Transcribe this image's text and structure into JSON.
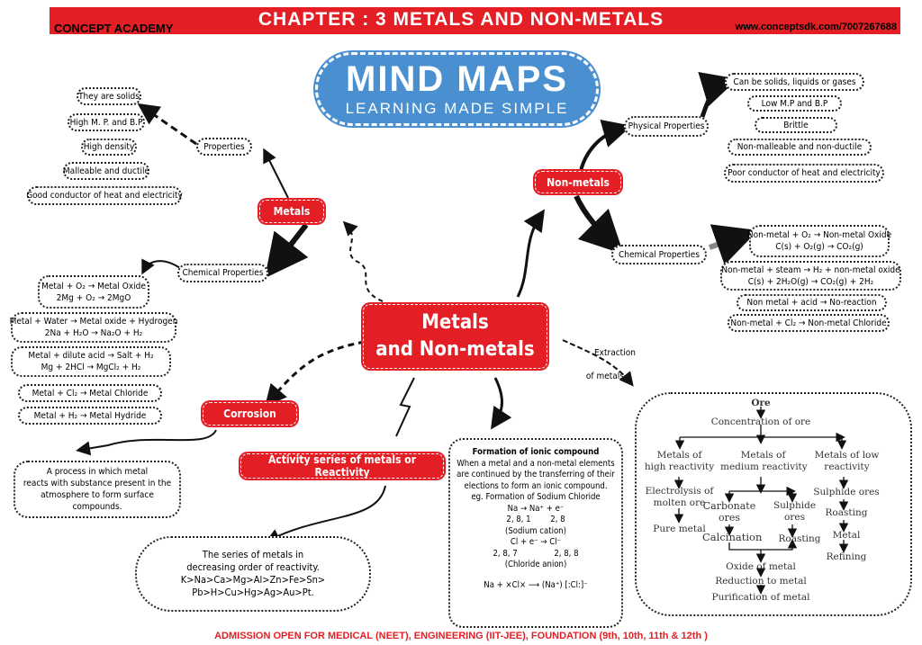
{
  "header": {
    "brand": "CONCEPT ACADEMY",
    "title": "CHAPTER : 3 METALS AND NON-METALS",
    "website": "www.conceptsdk.com/7007267688"
  },
  "logo": {
    "line1": "MIND MAPS",
    "line2": "LEARNING MADE SIMPLE"
  },
  "center": {
    "line1": "Metals",
    "line2": "and Non-metals"
  },
  "metals": {
    "label": "Metals",
    "properties_label": "Properties",
    "properties": [
      "They are solids",
      "High M. P. and B.P",
      "High density",
      "Malleable and ductile",
      "Good conductor of heat and electricity"
    ],
    "chemical_label": "Chemical Properties",
    "chemical": [
      [
        "Metal + O₂ → Metal Oxide",
        "2Mg + O₂ → 2MgO"
      ],
      [
        "Metal + Water → Metal oxide + Hydrogen",
        "2Na + H₂O → Na₂O + H₂"
      ],
      [
        "Metal + dilute acid → Salt + H₂",
        "Mg + 2HCl → MgCl₂ + H₂"
      ],
      [
        "Metal + Cl₂ → Metal Chloride"
      ],
      [
        "Metal + H₂ → Metal Hydride"
      ]
    ]
  },
  "corrosion": {
    "label": "Corrosion",
    "desc": [
      "A process in which metal",
      "reacts with substance present in the",
      "atmosphere to form surface",
      "compounds."
    ]
  },
  "activity": {
    "label": "Activity series of metals or Reactivity",
    "desc": [
      "The series of metals in",
      "decreasing order of reactivity.",
      "K>Na>Ca>Mg>Al>Zn>Fe>Sn>",
      "Pb>H>Cu>Hg>Ag>Au>Pt."
    ]
  },
  "ionic": {
    "title": "Formation of ionic compound",
    "desc": [
      "When a metal and a non-metal elements",
      "are continued by the transferring of their",
      "elections to form an ionic compound.",
      "eg. Formation of Sodium Chloride"
    ],
    "eq1": "Na → Na⁺ + e⁻",
    "eq1_cfg": "2, 8, 1        2, 8",
    "eq1_note": "(Sodium cation)",
    "eq2": "Cl + e⁻ → Cl⁻",
    "eq2_cfg": "2, 8, 7               2, 8, 8",
    "eq2_note": "(Chloride anion)",
    "dot": "Na  +  ×Cl×  ⟶  (Na⁺) [:Cl:]⁻"
  },
  "nonmetals": {
    "label": "Non-metals",
    "physical_label": "Physical Properties",
    "physical": [
      "Can be solids, liquids or gases",
      "Low M.P and B.P",
      "Brittle",
      "Non-malleable and non-ductile",
      "Poor conductor of heat and electricity"
    ],
    "chemical_label": "Chemical Properties",
    "chemical": [
      [
        "Non-metal + O₂ → Non-metal Oxide",
        "C(s) + O₂(g) → CO₂(g)"
      ],
      [
        "Non-metal + steam → H₂ + non-metal oxide",
        "C(s) + 2H₂O(g) → CO₂(g) + 2H₂"
      ],
      [
        "Non metal + acid → No-reaction"
      ],
      [
        "Non-metal + Cl₂ → Non-metal Chloride"
      ]
    ]
  },
  "extraction": {
    "label1": "Extraction",
    "label2": "of metals",
    "ore": "Ore",
    "concentration": "Concentration of ore",
    "high": [
      "Metals of",
      "high reactivity"
    ],
    "medium": [
      "Metals of",
      "medium reactivity"
    ],
    "low": [
      "Metals of low",
      "reactivity"
    ],
    "electrolysis": [
      "Electrolysis of",
      "molten ore"
    ],
    "pure": "Pure metal",
    "carbonate": [
      "Carbonate",
      "ores"
    ],
    "sulphide_mid": [
      "Sulphide",
      "ores"
    ],
    "calcination": "Calcination",
    "roasting_mid": "Roasting",
    "oxide": "Oxide of metal",
    "reduction": "Reduction to metal",
    "purification": "Purification of metal",
    "sulphide_low": "Sulphide ores",
    "roasting_low": "Roasting",
    "metal": "Metal",
    "refining": "Refining"
  },
  "footer": "ADMISSION OPEN FOR MEDICAL (NEET), ENGINEERING (IIT-JEE), FOUNDATION (9th, 10th, 11th & 12th )"
}
